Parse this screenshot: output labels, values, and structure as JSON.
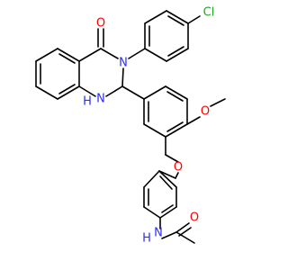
{
  "colors": {
    "bond": "#000000",
    "carbon_text": "#000000",
    "nitrogen": "#2c2cff",
    "oxygen": "#ff0000",
    "chlorine": "#1fa51f",
    "background": "#ffffff"
  },
  "atoms": [
    {
      "id": "o-carbonyl-top",
      "text": "O",
      "element": "oxygen"
    },
    {
      "id": "n-amide-ring",
      "text": "N",
      "element": "nitrogen"
    },
    {
      "id": "cl",
      "text": "Cl",
      "element": "chlorine"
    },
    {
      "id": "nh-ring",
      "text": "N",
      "element": "nitrogen"
    },
    {
      "id": "h-ring",
      "text": "H",
      "element": "nitrogen"
    },
    {
      "id": "o-methoxy",
      "text": "O",
      "element": "oxygen"
    },
    {
      "id": "o-ether",
      "text": "O",
      "element": "oxygen"
    },
    {
      "id": "n-acetamide",
      "text": "N",
      "element": "nitrogen"
    },
    {
      "id": "h-acetamide",
      "text": "H",
      "element": "nitrogen"
    },
    {
      "id": "o-acetyl",
      "text": "O",
      "element": "oxygen"
    }
  ]
}
